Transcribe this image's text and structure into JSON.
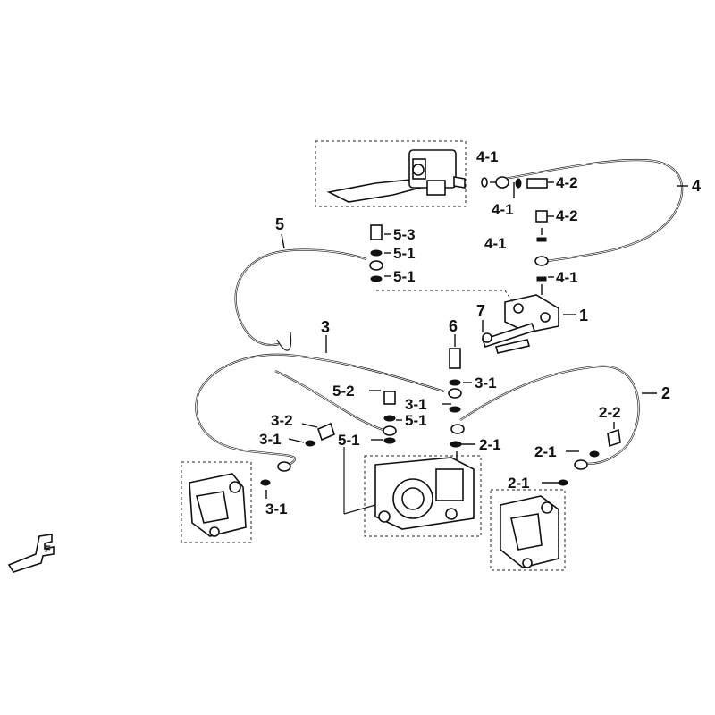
{
  "diagram": {
    "labels": {
      "l1": "1",
      "l2": "2",
      "l3": "3",
      "l4": "4",
      "l5": "5",
      "l6": "6",
      "l7": "7",
      "l2_1a": "2-1",
      "l2_1b": "2-1",
      "l2_1c": "2-1",
      "l2_2": "2-2",
      "l3_1a": "3-1",
      "l3_1b": "3-1",
      "l3_1c": "3-1",
      "l3_1d": "3-1",
      "l3_2": "3-2",
      "l4_1a": "4-1",
      "l4_1b": "4-1",
      "l4_1c": "4-1",
      "l4_1d": "4-1",
      "l4_2a": "4-2",
      "l4_2b": "4-2",
      "l5_1a": "5-1",
      "l5_1b": "5-1",
      "l5_1c": "5-1",
      "l5_1d": "5-1",
      "l5_2": "5-2",
      "l5_3": "5-3",
      "front_mark": "F"
    }
  }
}
